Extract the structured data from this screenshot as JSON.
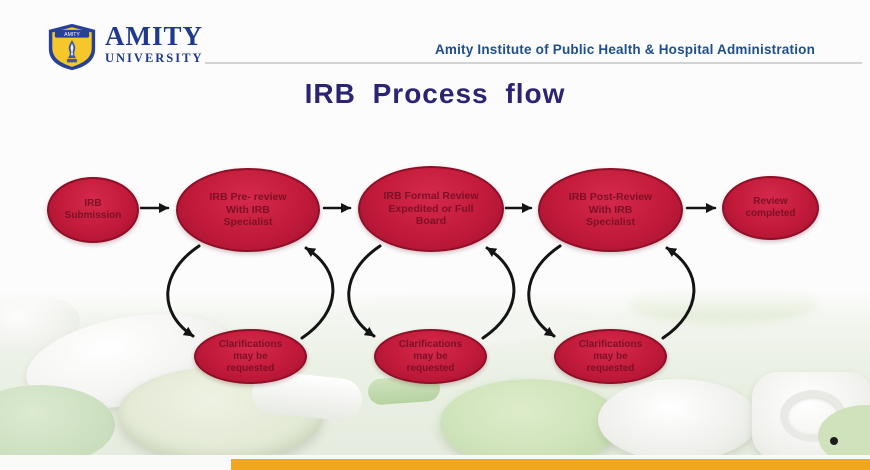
{
  "slide": {
    "background": "#fcfcfd",
    "accent_bar_color": "#f0a71e"
  },
  "header": {
    "university_name": "AMITY",
    "university_subtitle": "UNIVERSITY",
    "institute_name": "Amity Institute of Public Health & Hospital Administration",
    "logo": {
      "shield_blue": "#24409a",
      "shield_yellow": "#f5c72a",
      "banner_text": "AMITY"
    }
  },
  "title": "IRB Process flow",
  "diagram": {
    "node_colors": {
      "fill": "#c21a3a",
      "border": "#8f0f26",
      "text": "#7d1026"
    },
    "arrow_color": "#141414",
    "nodes": [
      {
        "id": "irb-submission",
        "label": "IRB\nSubmission"
      },
      {
        "id": "irb-pre-review",
        "label": "IRB Pre- review\nWith IRB\nSpecialist"
      },
      {
        "id": "irb-formal-review",
        "label": "IRB Formal Review\nExpedited or Full\nBoard"
      },
      {
        "id": "irb-post-review",
        "label": "IRB Post-Review\nWith IRB\nSpecialist"
      },
      {
        "id": "review-completed",
        "label": "Review\ncompleted"
      },
      {
        "id": "clarifications-1",
        "label": "Clarifications\nmay be\nrequested"
      },
      {
        "id": "clarifications-2",
        "label": "Clarifications\nmay be\nrequested"
      },
      {
        "id": "clarifications-3",
        "label": "Clarifications\nmay be\nrequested"
      }
    ],
    "edges": [
      {
        "from": "irb-submission",
        "to": "irb-pre-review",
        "type": "straight"
      },
      {
        "from": "irb-pre-review",
        "to": "irb-formal-review",
        "type": "straight"
      },
      {
        "from": "irb-formal-review",
        "to": "irb-post-review",
        "type": "straight"
      },
      {
        "from": "irb-post-review",
        "to": "review-completed",
        "type": "straight"
      },
      {
        "from": "irb-pre-review",
        "to": "clarifications-1",
        "type": "loop-down"
      },
      {
        "from": "clarifications-1",
        "to": "irb-pre-review",
        "type": "loop-up"
      },
      {
        "from": "irb-formal-review",
        "to": "clarifications-2",
        "type": "loop-down"
      },
      {
        "from": "clarifications-2",
        "to": "irb-formal-review",
        "type": "loop-up"
      },
      {
        "from": "irb-post-review",
        "to": "clarifications-3",
        "type": "loop-down"
      },
      {
        "from": "clarifications-3",
        "to": "irb-post-review",
        "type": "loop-up"
      }
    ]
  }
}
